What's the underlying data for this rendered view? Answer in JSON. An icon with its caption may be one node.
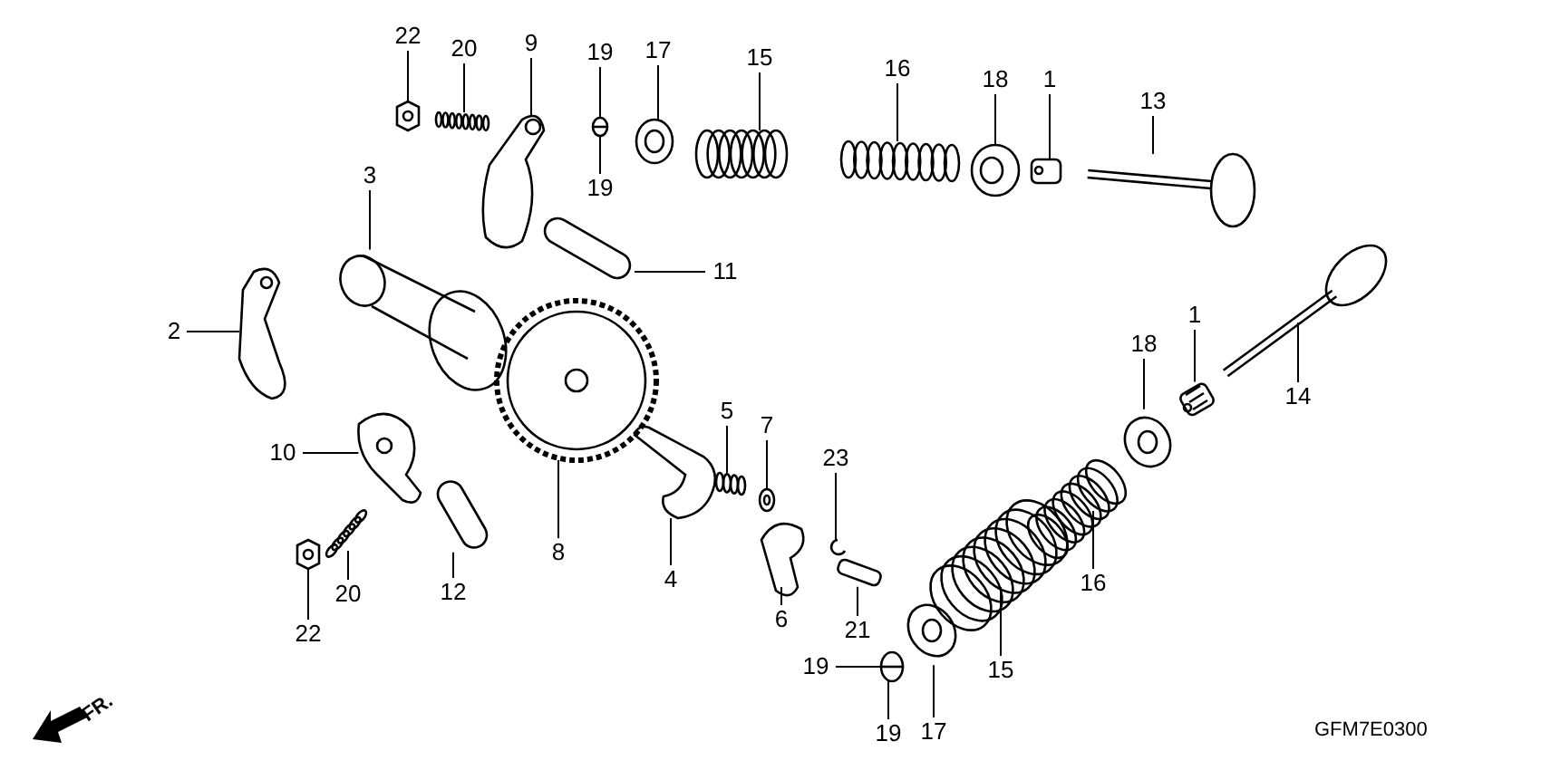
{
  "diagram": {
    "nodes": [
      {
        "text": [
          "22"
        ]
      },
      {
        "text": [
          "20"
        ]
      },
      {
        "text": [
          "9"
        ]
      },
      {
        "text": [
          "19"
        ]
      },
      {
        "text": [
          "17"
        ]
      },
      {
        "text": [
          "15"
        ]
      },
      {
        "text": [
          "16"
        ]
      },
      {
        "text": [
          "18"
        ]
      },
      {
        "text": [
          "1"
        ]
      },
      {
        "text": [
          "13"
        ]
      },
      {
        "text": [
          "19"
        ]
      },
      {
        "text": [
          "3"
        ]
      },
      {
        "text": [
          "11"
        ]
      },
      {
        "text": [
          "2"
        ]
      },
      {
        "text": [
          "1"
        ]
      },
      {
        "text": [
          "18"
        ]
      },
      {
        "text": [
          "14"
        ]
      },
      {
        "text": [
          "10"
        ]
      },
      {
        "text": [
          "5"
        ]
      },
      {
        "text": [
          "7"
        ]
      },
      {
        "text": [
          "23"
        ]
      },
      {
        "text": [
          "8"
        ]
      },
      {
        "text": [
          "4"
        ]
      },
      {
        "text": [
          "16"
        ]
      },
      {
        "text": [
          "20"
        ]
      },
      {
        "text": [
          "12"
        ]
      },
      {
        "text": [
          "6"
        ]
      },
      {
        "text": [
          "21"
        ]
      },
      {
        "text": [
          "22"
        ]
      },
      {
        "text": [
          "19"
        ]
      },
      {
        "text": [
          "15"
        ]
      },
      {
        "text": [
          "19"
        ]
      },
      {
        "text": [
          "17"
        ]
      },
      {
        "text": [],
        "shape": "picture"
      },
      {
        "text": [],
        "shape": "picture"
      },
      {
        "text": [],
        "shape": "picture"
      },
      {
        "text": [],
        "shape": "picture"
      },
      {
        "text": [],
        "shape": "picture"
      },
      {
        "text": [],
        "shape": "picture"
      },
      {
        "text": [],
        "shape": "picture"
      },
      {
        "text": [],
        "shape": "picture"
      },
      {
        "text": [],
        "shape": "picture"
      },
      {
        "text": [],
        "shape": "picture"
      },
      {
        "text": [],
        "shape": "picture"
      },
      {
        "text": [],
        "shape": "picture"
      },
      {
        "text": [],
        "shape": "picture"
      },
      {
        "text": [],
        "shape": "picture"
      },
      {
        "text": [],
        "shape": "picture"
      },
      {
        "text": [],
        "shape": "picture"
      },
      {
        "text": [],
        "shape": "picture"
      },
      {
        "text": [],
        "shape": "picture"
      },
      {
        "text": [],
        "shape": "picture"
      },
      {
        "text": [],
        "shape": "picture"
      },
      {
        "text": [],
        "shape": "picture"
      },
      {
        "text": [],
        "shape": "picture"
      },
      {
        "text": [],
        "shape": "picture"
      },
      {
        "text": [],
        "shape": "picture"
      },
      {
        "text": [],
        "shape": "picture"
      },
      {
        "text": [],
        "shape": "picture"
      },
      {
        "text": [],
        "shape": "picture"
      },
      {
        "text": [],
        "shape": "picture"
      },
      {
        "text": [],
        "shape": "picture"
      },
      {
        "text": [],
        "shape": "picture"
      },
      {
        "text": [],
        "shape": "picture"
      }
    ],
    "edges": [
      {
        "from": 0,
        "to": 33,
        "arrow": "none"
      },
      {
        "from": 1,
        "to": 34,
        "arrow": "none"
      },
      {
        "from": 2,
        "to": 35,
        "arrow": "none"
      },
      {
        "from": 3,
        "to": 36,
        "arrow": "none"
      },
      {
        "from": 4,
        "to": 37,
        "arrow": "none"
      },
      {
        "from": 5,
        "to": 38,
        "arrow": "none"
      },
      {
        "from": 6,
        "to": 39,
        "arrow": "none"
      },
      {
        "from": 7,
        "to": 40,
        "arrow": "none"
      },
      {
        "from": 8,
        "to": 41,
        "arrow": "none"
      },
      {
        "from": 9,
        "to": 42,
        "arrow": "none"
      },
      {
        "from": 10,
        "to": 36,
        "arrow": "none"
      },
      {
        "from": 11,
        "to": 43,
        "arrow": "none"
      },
      {
        "from": 12,
        "to": 44,
        "arrow": "none"
      },
      {
        "from": 13,
        "to": 45,
        "arrow": "none"
      },
      {
        "from": 14,
        "to": 46,
        "arrow": "none"
      },
      {
        "from": 15,
        "to": 47,
        "arrow": "none"
      },
      {
        "from": 16,
        "to": 48,
        "arrow": "none"
      },
      {
        "from": 17,
        "to": 49,
        "arrow": "none"
      },
      {
        "from": 18,
        "to": 50,
        "arrow": "none"
      },
      {
        "from": 19,
        "to": 51,
        "arrow": "none"
      },
      {
        "from": 20,
        "to": 52,
        "arrow": "none"
      },
      {
        "from": 21,
        "to": 53,
        "arrow": "none"
      },
      {
        "from": 22,
        "to": 54,
        "arrow": "none"
      },
      {
        "from": 23,
        "to": 55,
        "arrow": "none"
      },
      {
        "from": 24,
        "to": 56,
        "arrow": "none"
      },
      {
        "from": 25,
        "to": 57,
        "arrow": "none"
      },
      {
        "from": 26,
        "to": 58,
        "arrow": "none"
      },
      {
        "from": 27,
        "to": 59,
        "arrow": "none"
      },
      {
        "from": 28,
        "to": 60,
        "arrow": "none"
      },
      {
        "from": 29,
        "to": 61,
        "arrow": "none"
      },
      {
        "from": 30,
        "to": 62,
        "arrow": "none"
      },
      {
        "from": 31,
        "to": 61,
        "arrow": "none"
      },
      {
        "from": 32,
        "to": 63,
        "arrow": "none"
      }
    ],
    "labels": [
      "FR.",
      "GFM7E0300"
    ]
  }
}
